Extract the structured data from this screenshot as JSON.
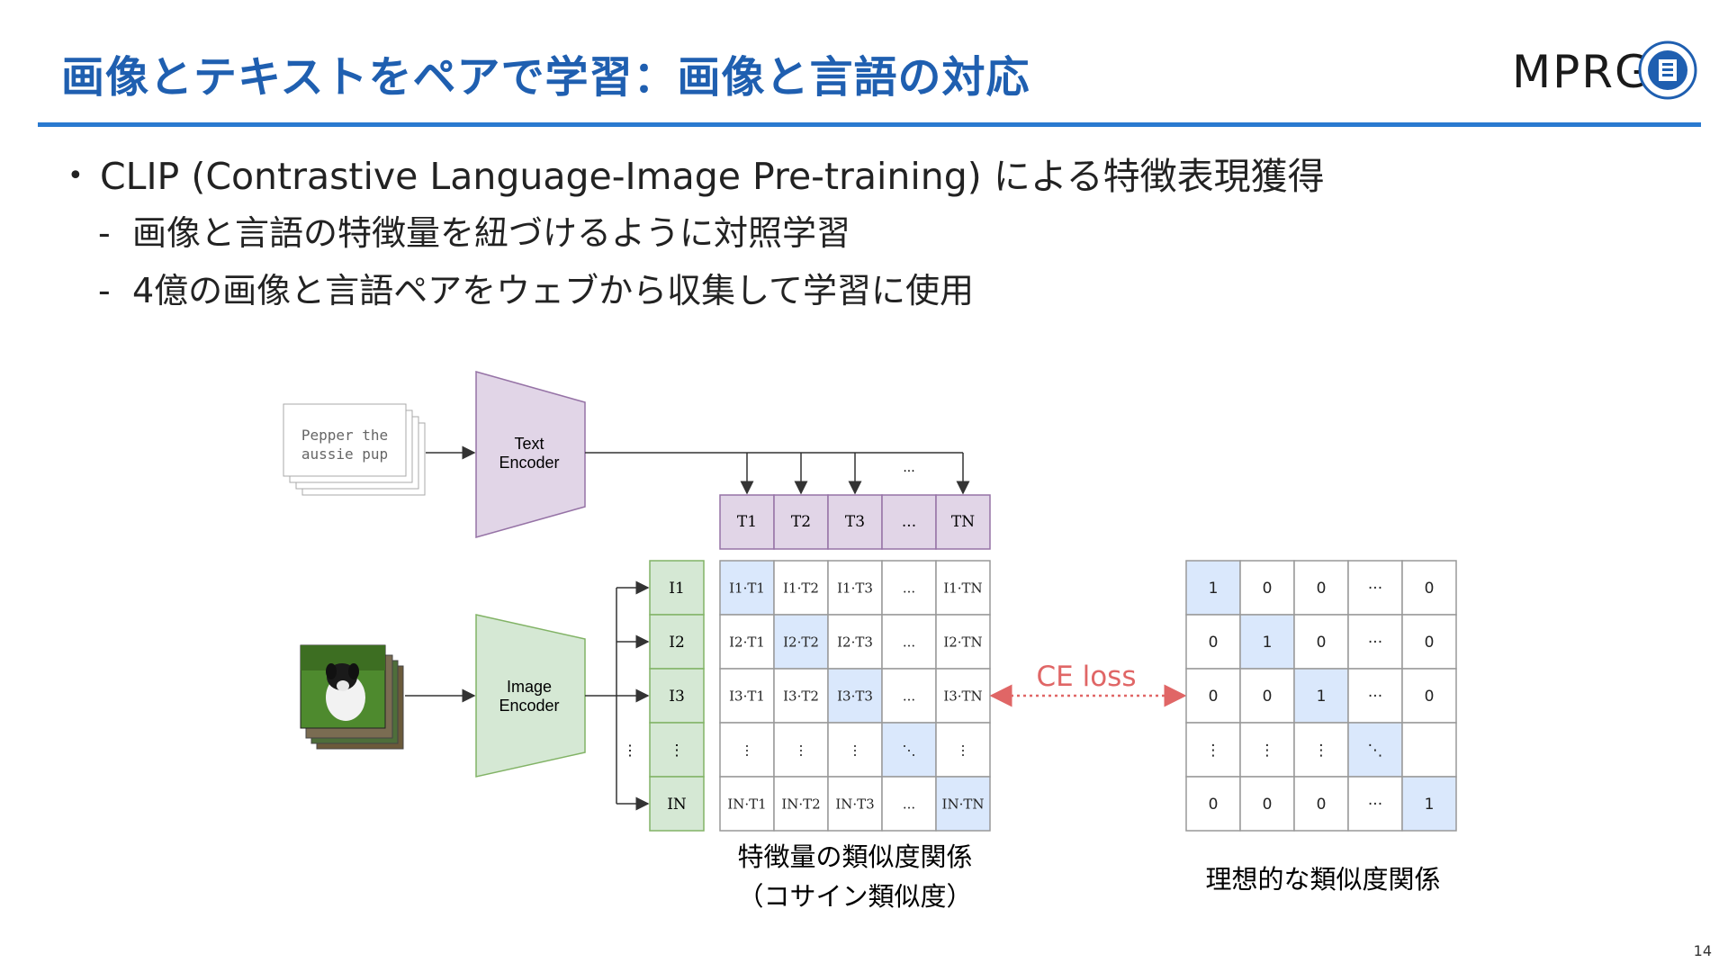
{
  "slide": {
    "title": "画像とテキストをペアで学習：画像と言語の対応",
    "logo_text": "MPRG",
    "page_number": "14"
  },
  "bullets": {
    "main": "CLIP (Contrastive Language-Image Pre-training) による特徴表現獲得",
    "sub": [
      "画像と言語の特徴量を紐づけるように対照学習",
      "4億の画像と言語ペアをウェブから収集して学習に使用"
    ]
  },
  "diagram": {
    "text_input": [
      "Pepper the",
      "aussie pup"
    ],
    "text_encoder": [
      "Text",
      "Encoder"
    ],
    "image_encoder": [
      "Image",
      "Encoder"
    ],
    "text_features": [
      "T1",
      "T2",
      "T3",
      "...",
      "TN"
    ],
    "image_features": [
      "I1",
      "I2",
      "I3",
      "⋮",
      "IN"
    ],
    "similarity_matrix": [
      [
        "I1·T1",
        "I1·T2",
        "I1·T3",
        "...",
        "I1·TN"
      ],
      [
        "I2·T1",
        "I2·T2",
        "I2·T3",
        "...",
        "I2·TN"
      ],
      [
        "I3·T1",
        "I3·T2",
        "I3·T3",
        "...",
        "I3·TN"
      ],
      [
        "⋮",
        "⋮",
        "⋮",
        "⋱",
        "⋮"
      ],
      [
        "IN·T1",
        "IN·T2",
        "IN·T3",
        "...",
        "IN·TN"
      ]
    ],
    "ideal_matrix": [
      [
        "1",
        "0",
        "0",
        "···",
        "0"
      ],
      [
        "0",
        "1",
        "0",
        "···",
        "0"
      ],
      [
        "0",
        "0",
        "1",
        "···",
        "0"
      ],
      [
        "⋮",
        "⋮",
        "⋮",
        "⋱",
        ""
      ],
      [
        "0",
        "0",
        "0",
        "···",
        "1"
      ]
    ],
    "loss_label": "CE loss",
    "similarity_caption": [
      "特徴量の類似度関係",
      "（コサイン類似度）"
    ],
    "ideal_caption": "理想的な類似度関係",
    "dots_top": "...",
    "dots_side": "⋮"
  },
  "colors": {
    "title": "#1f5fb0",
    "rule": "#2a7ad0",
    "text_encoder_fill": "#e1d5e7",
    "text_encoder_stroke": "#9673a6",
    "image_encoder_fill": "#d5e8d4",
    "image_encoder_stroke": "#82b366",
    "highlight": "#dae8fc",
    "loss": "#e06666"
  }
}
